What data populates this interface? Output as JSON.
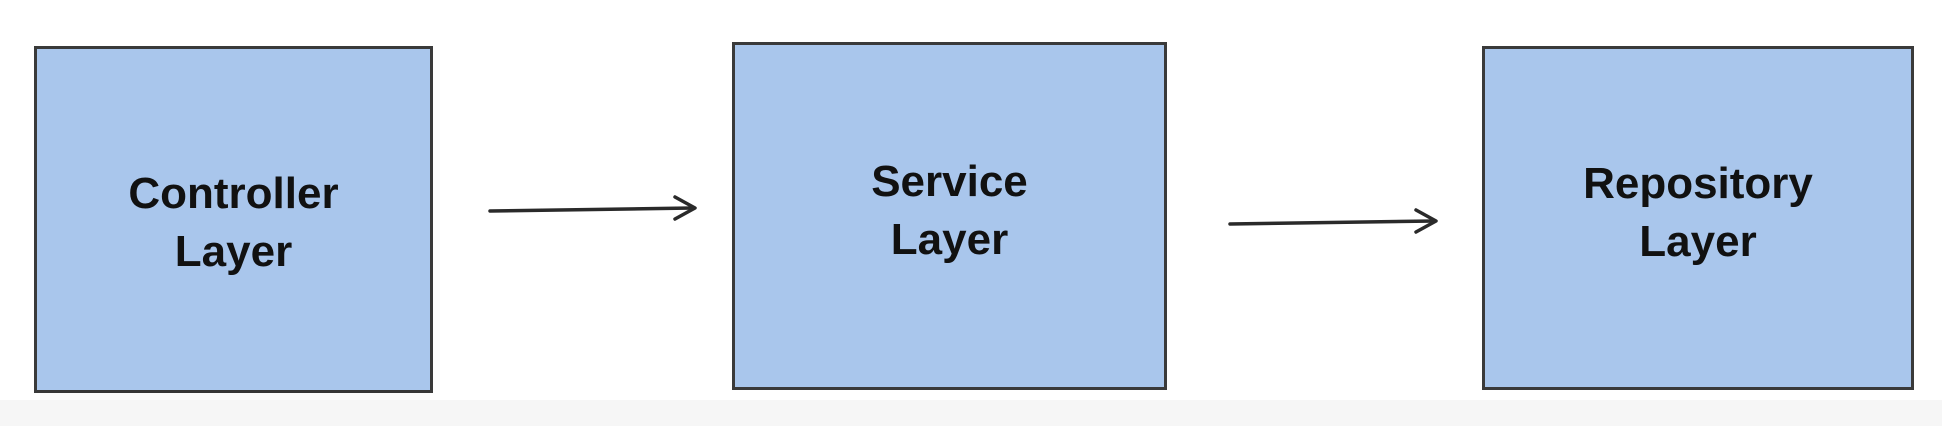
{
  "colors": {
    "box_fill": "#a9c6ec",
    "box_border": "#3a3a3a",
    "arrow": "#2a2a2a",
    "text": "#111111"
  },
  "nodes": [
    {
      "id": "controller",
      "label": "Controller\nLayer"
    },
    {
      "id": "service",
      "label": "Service\nLayer"
    },
    {
      "id": "repository",
      "label": "Repository\nLayer"
    }
  ],
  "edges": [
    {
      "from": "controller",
      "to": "service"
    },
    {
      "from": "service",
      "to": "repository"
    }
  ]
}
